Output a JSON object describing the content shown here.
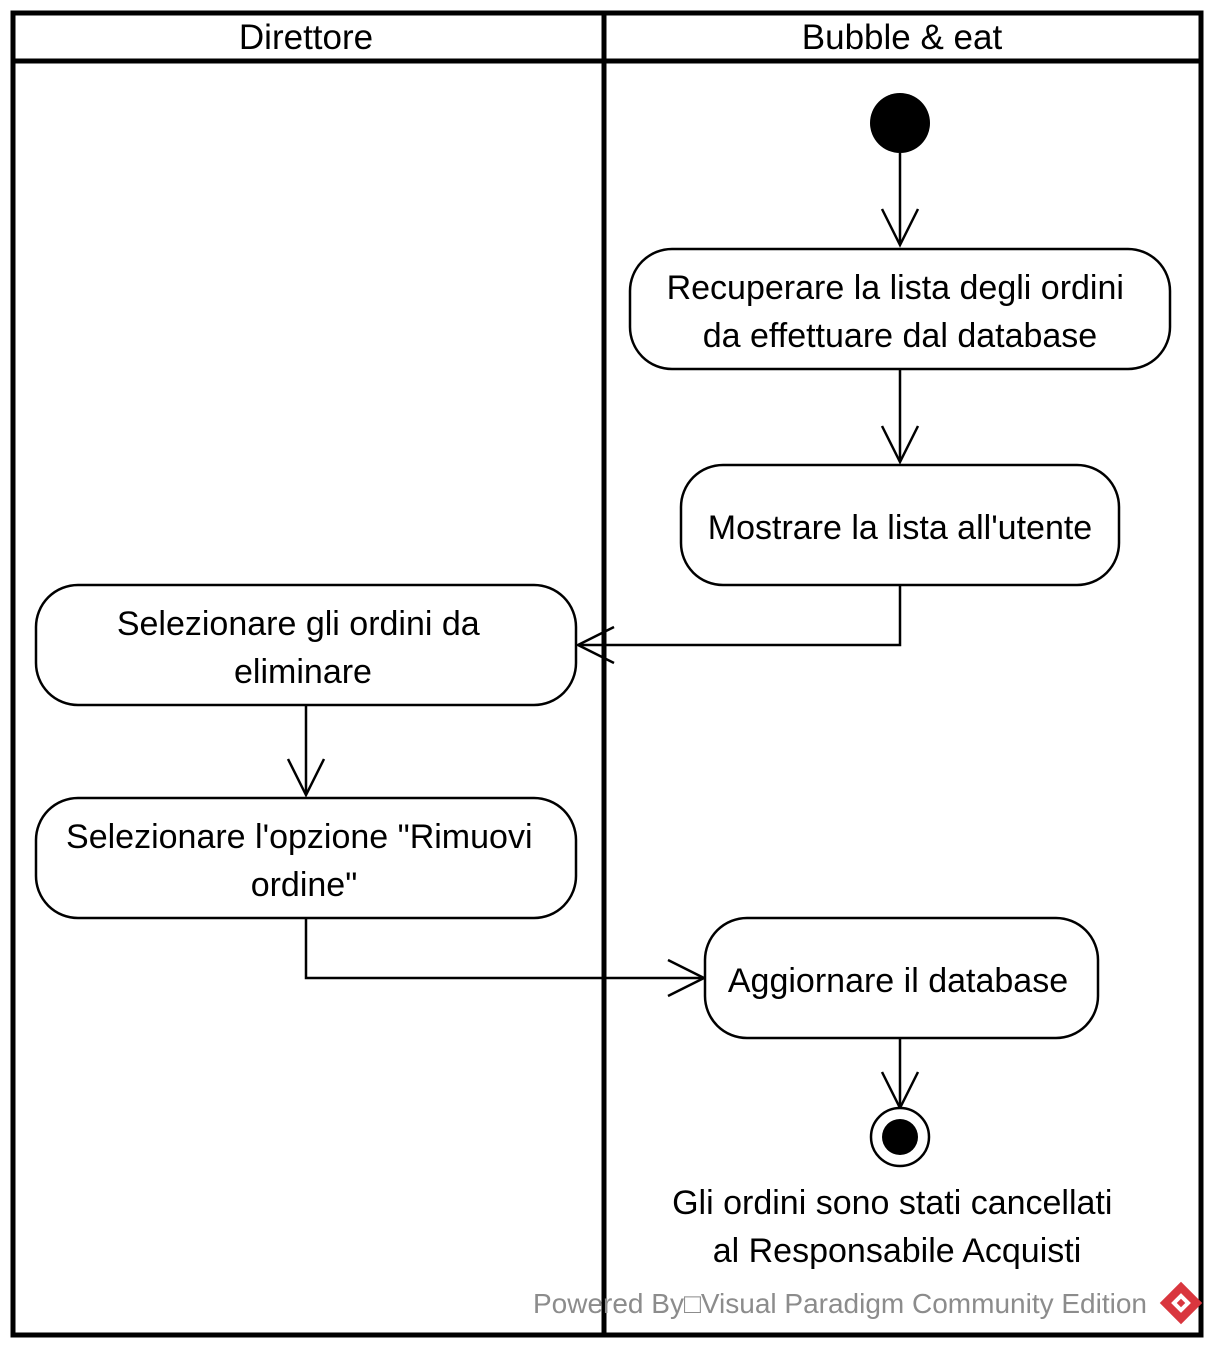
{
  "swimlanes": [
    {
      "title": "Direttore"
    },
    {
      "title": "Bubble & eat"
    }
  ],
  "actions": {
    "retrieve_orders": [
      "Recuperare la lista degli ordini",
      "da effettuare dal database"
    ],
    "show_list": [
      "Mostrare la lista all'utente"
    ],
    "select_orders": [
      "Selezionare gli ordini da",
      "eliminare"
    ],
    "select_remove_option": [
      "Selezionare l'opzione \"Rimuovi",
      "ordine\""
    ],
    "update_database": [
      "Aggiornare il database"
    ]
  },
  "final_note": [
    "Gli ordini sono stati cancellati",
    "al Responsabile Acquisti"
  ],
  "watermark": "Powered By□Visual Paradigm Community Edition",
  "colors": {
    "line": "#000000",
    "watermark": "#8c8c8c",
    "logo": "#d9363e"
  },
  "icons": {
    "watermark_logo": "visual-paradigm-logo-icon"
  }
}
